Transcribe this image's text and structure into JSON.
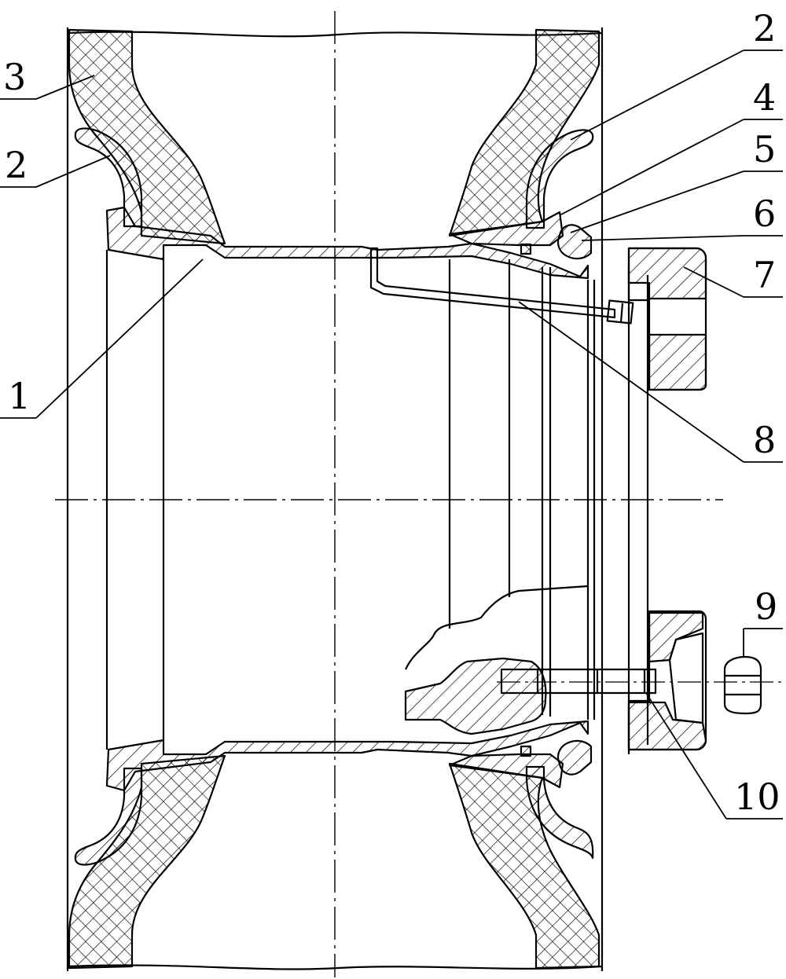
{
  "callouts": {
    "c1": "1",
    "c2_left": "2",
    "c2_right": "2",
    "c3": "3",
    "c4": "4",
    "c5": "5",
    "c6": "6",
    "c7": "7",
    "c8": "8",
    "c9": "9",
    "c10": "10"
  },
  "colors": {
    "line": "#000000",
    "background": "#ffffff"
  }
}
